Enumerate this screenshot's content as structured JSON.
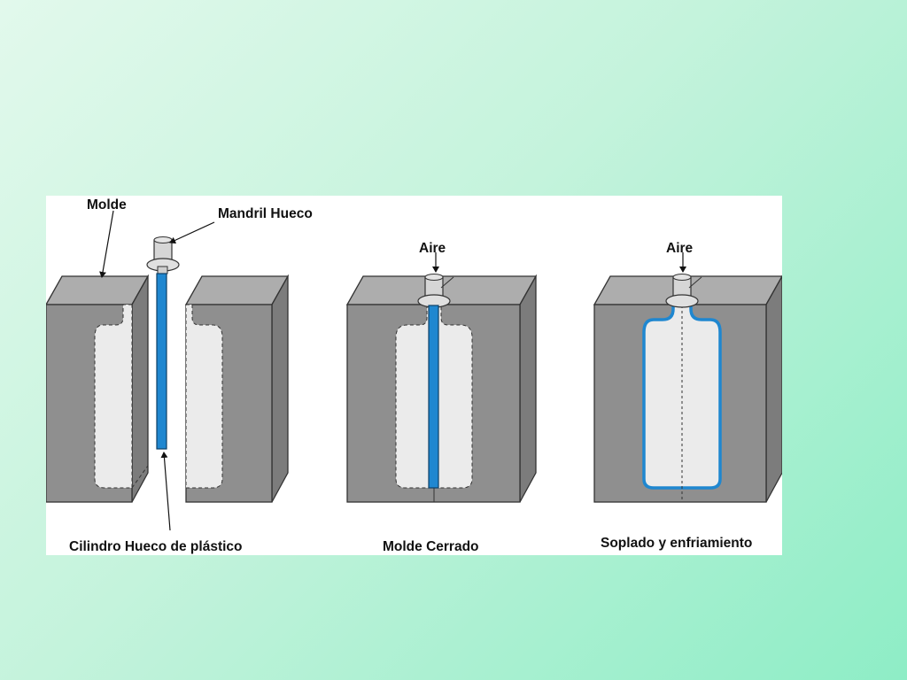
{
  "labels": {
    "molde": "Molde",
    "mandril": "Mandril Hueco",
    "aire_1": "Aire",
    "aire_2": "Aire",
    "cilindro": "Cilindro Hueco de plástico",
    "molde_cerrado": "Molde Cerrado",
    "soplado": "Soplado y enfriamiento"
  },
  "colors": {
    "mold_front": "#8f8f8f",
    "mold_top": "#adadad",
    "mold_side": "#7c7c7c",
    "cavity": "#ebebeb",
    "plastic": "#1f87d0",
    "background": "#ffffff"
  }
}
